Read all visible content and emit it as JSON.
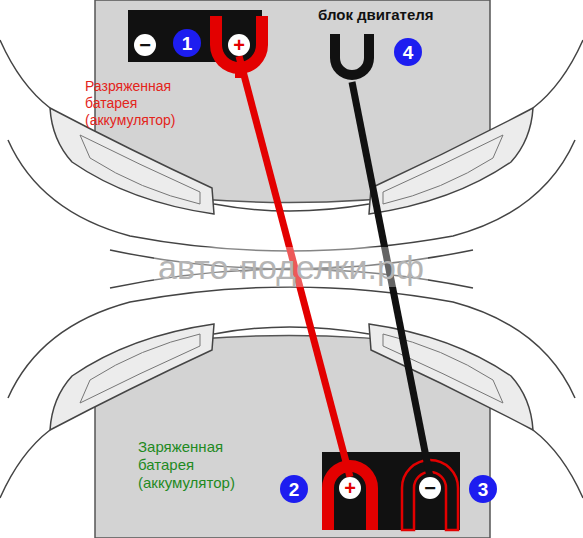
{
  "diagram": {
    "nodes": [
      {
        "text": [
          "Разряженная батарея (аккумулятор)"
        ]
      },
      {
        "text": [
          "−"
        ],
        "in": 0
      },
      {
        "text": [
          "+"
        ],
        "in": 0
      },
      {
        "text": [
          "блок двигателя"
        ]
      },
      {
        "text": [
          "Заряженная батарея (аккумулятор)"
        ]
      },
      {
        "text": [
          "+"
        ],
        "in": 4
      },
      {
        "text": [
          "−"
        ],
        "in": 4
      }
    ],
    "edges": [
      {
        "from": 2,
        "to": 5,
        "arrow": "none"
      },
      {
        "from": 6,
        "to": 3,
        "arrow": "none"
      }
    ],
    "labels": [
      "1",
      "4",
      "2",
      "3",
      "авто-поделки.рф"
    ]
  }
}
